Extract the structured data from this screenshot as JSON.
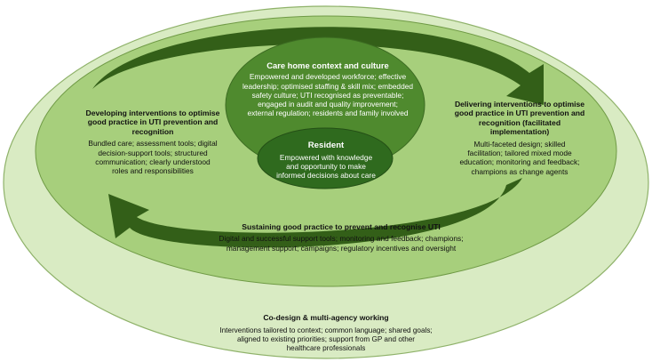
{
  "colors": {
    "outer_ring": "#d9ebc3",
    "outer_ring_border": "#8fb26a",
    "middle_ring": "#a7cf7c",
    "middle_ring_border": "#6f9a45",
    "context_circle": "#4f8a2e",
    "resident_circle": "#2f6a1e",
    "arrow": "#335f18",
    "background": "#ffffff"
  },
  "context": {
    "title": "Care home context and culture",
    "lines": [
      "Empowered and developed workforce; effective",
      "leadership; optimised staffing & skill mix; embedded",
      "safety culture; UTI recognised as preventable;",
      "engaged in audit and quality improvement;",
      "external regulation; residents and family involved"
    ]
  },
  "resident": {
    "title": "Resident",
    "lines": [
      "Empowered with knowledge",
      "and opportunity to make",
      "informed decisions about care"
    ]
  },
  "developing": {
    "title_lines": [
      "Developing interventions to optimise",
      "good practice in UTI prevention and",
      "recognition"
    ],
    "lines": [
      "Bundled care; assessment tools; digital",
      "decision-support tools; structured",
      "communication; clearly understood",
      "roles and responsibilities"
    ]
  },
  "delivering": {
    "title_lines": [
      "Delivering interventions to optimise",
      "good practice in UTI prevention and",
      "recognition (facilitated",
      "implementation)"
    ],
    "lines": [
      "Multi-faceted design; skilled",
      "facilitation; tailored mixed mode",
      "education; monitoring and feedback;",
      "champions as change agents"
    ]
  },
  "sustaining": {
    "title": "Sustaining good practice to prevent and recognise UTI",
    "lines": [
      "Digital and successful support tools; monitoring and feedback; champions;",
      "management support; campaigns; regulatory incentives and oversight"
    ]
  },
  "codesign": {
    "title": "Co-design & multi-agency working",
    "lines": [
      "Interventions tailored to context; common language; shared goals;",
      "aligned to existing priorities; support from GP and other",
      "healthcare professionals"
    ]
  }
}
